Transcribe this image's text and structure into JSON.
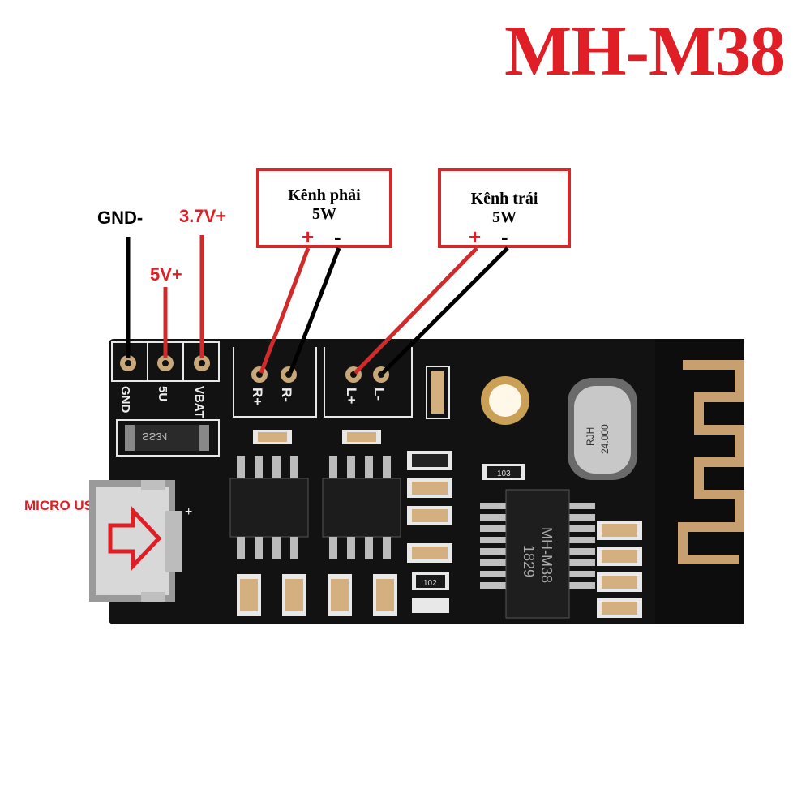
{
  "title": "MH-M38",
  "labels": {
    "gnd": "GND-",
    "v37": "3.7V+",
    "v5": "5V+",
    "usb": "MICRO USB"
  },
  "boxes": {
    "right": {
      "name": "Kênh phải",
      "watt": "5W",
      "plus": "+",
      "minus": "-"
    },
    "left": {
      "name": "Kênh trái",
      "watt": "5W",
      "plus": "+",
      "minus": "-"
    }
  },
  "silk": {
    "pins": [
      "GND",
      "5U",
      "VBAT"
    ],
    "speaker": [
      "R+",
      "R-",
      "L+",
      "L-"
    ],
    "crystal": [
      "RJH",
      "24.000"
    ],
    "chip": [
      "MH-M38",
      "1829"
    ],
    "diode": "SS34",
    "resistor_a": "103",
    "resistor_b": "102",
    "usb_plus": "+"
  },
  "colors": {
    "accent_red": "#e01e25",
    "wire_black": "#000000",
    "pcb": "#121212",
    "pad_gold": "#c8a878"
  }
}
